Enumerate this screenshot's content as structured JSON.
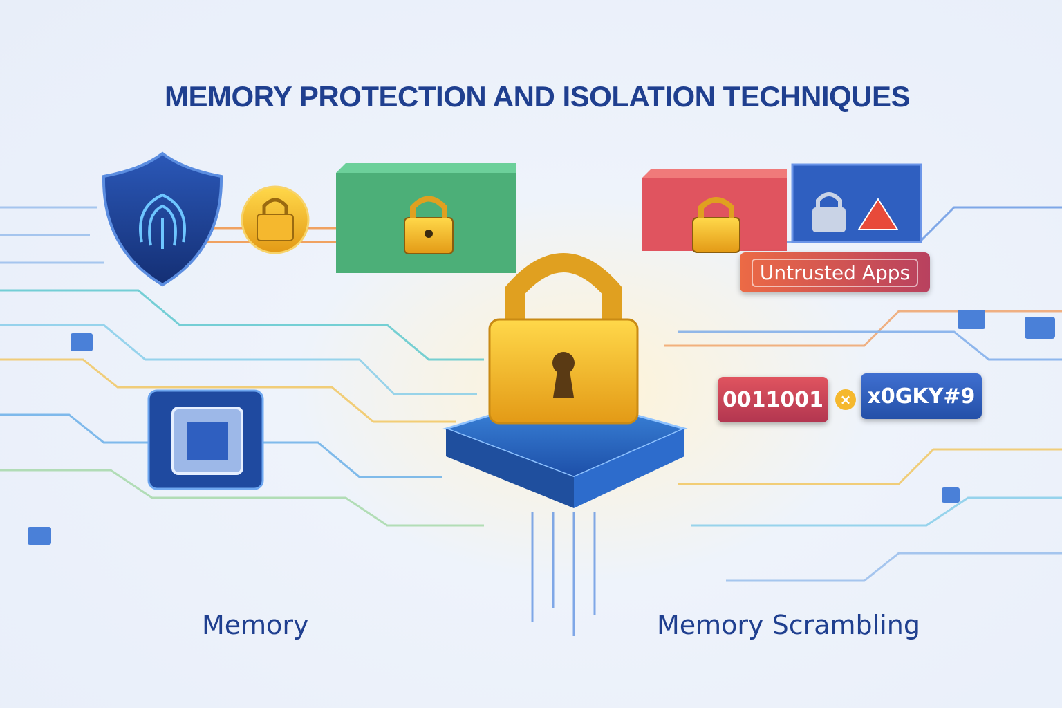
{
  "title": "MEMORY PROTECTION AND ISOLATION TECHNIQUES",
  "labels": {
    "memory": "Memory",
    "memory_scrambling": "Memory Scrambling",
    "untrusted_apps": "Untrusted Apps"
  },
  "scrambling": {
    "plain": "0011001",
    "operator": "×",
    "scrambled": "x0GKY#9"
  },
  "colors": {
    "title": "#1f3f8f",
    "lock_gold": "#f3b52a",
    "green_block": "#4caf78",
    "red_block": "#e0545f",
    "blue_block": "#2f5fc0"
  }
}
